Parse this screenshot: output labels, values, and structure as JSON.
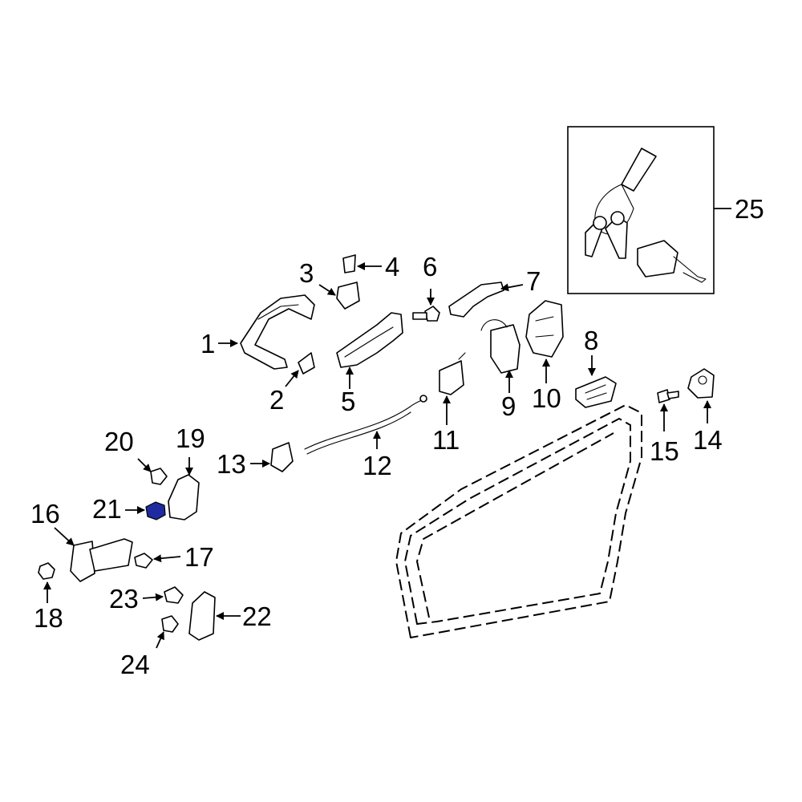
{
  "diagram": {
    "callouts": [
      {
        "id": "1",
        "label": "1"
      },
      {
        "id": "2",
        "label": "2"
      },
      {
        "id": "3",
        "label": "3"
      },
      {
        "id": "4",
        "label": "4"
      },
      {
        "id": "5",
        "label": "5"
      },
      {
        "id": "6",
        "label": "6"
      },
      {
        "id": "7",
        "label": "7"
      },
      {
        "id": "8",
        "label": "8"
      },
      {
        "id": "9",
        "label": "9"
      },
      {
        "id": "10",
        "label": "10"
      },
      {
        "id": "11",
        "label": "11"
      },
      {
        "id": "12",
        "label": "12"
      },
      {
        "id": "13",
        "label": "13"
      },
      {
        "id": "14",
        "label": "14"
      },
      {
        "id": "15",
        "label": "15"
      },
      {
        "id": "16",
        "label": "16"
      },
      {
        "id": "17",
        "label": "17"
      },
      {
        "id": "18",
        "label": "18"
      },
      {
        "id": "19",
        "label": "19"
      },
      {
        "id": "20",
        "label": "20"
      },
      {
        "id": "21",
        "label": "21"
      },
      {
        "id": "22",
        "label": "22"
      },
      {
        "id": "23",
        "label": "23"
      },
      {
        "id": "24",
        "label": "24"
      },
      {
        "id": "25",
        "label": "25"
      }
    ],
    "highlighted_part": "21",
    "highlight_color": "#1e2ba0",
    "line_color": "#000000"
  }
}
